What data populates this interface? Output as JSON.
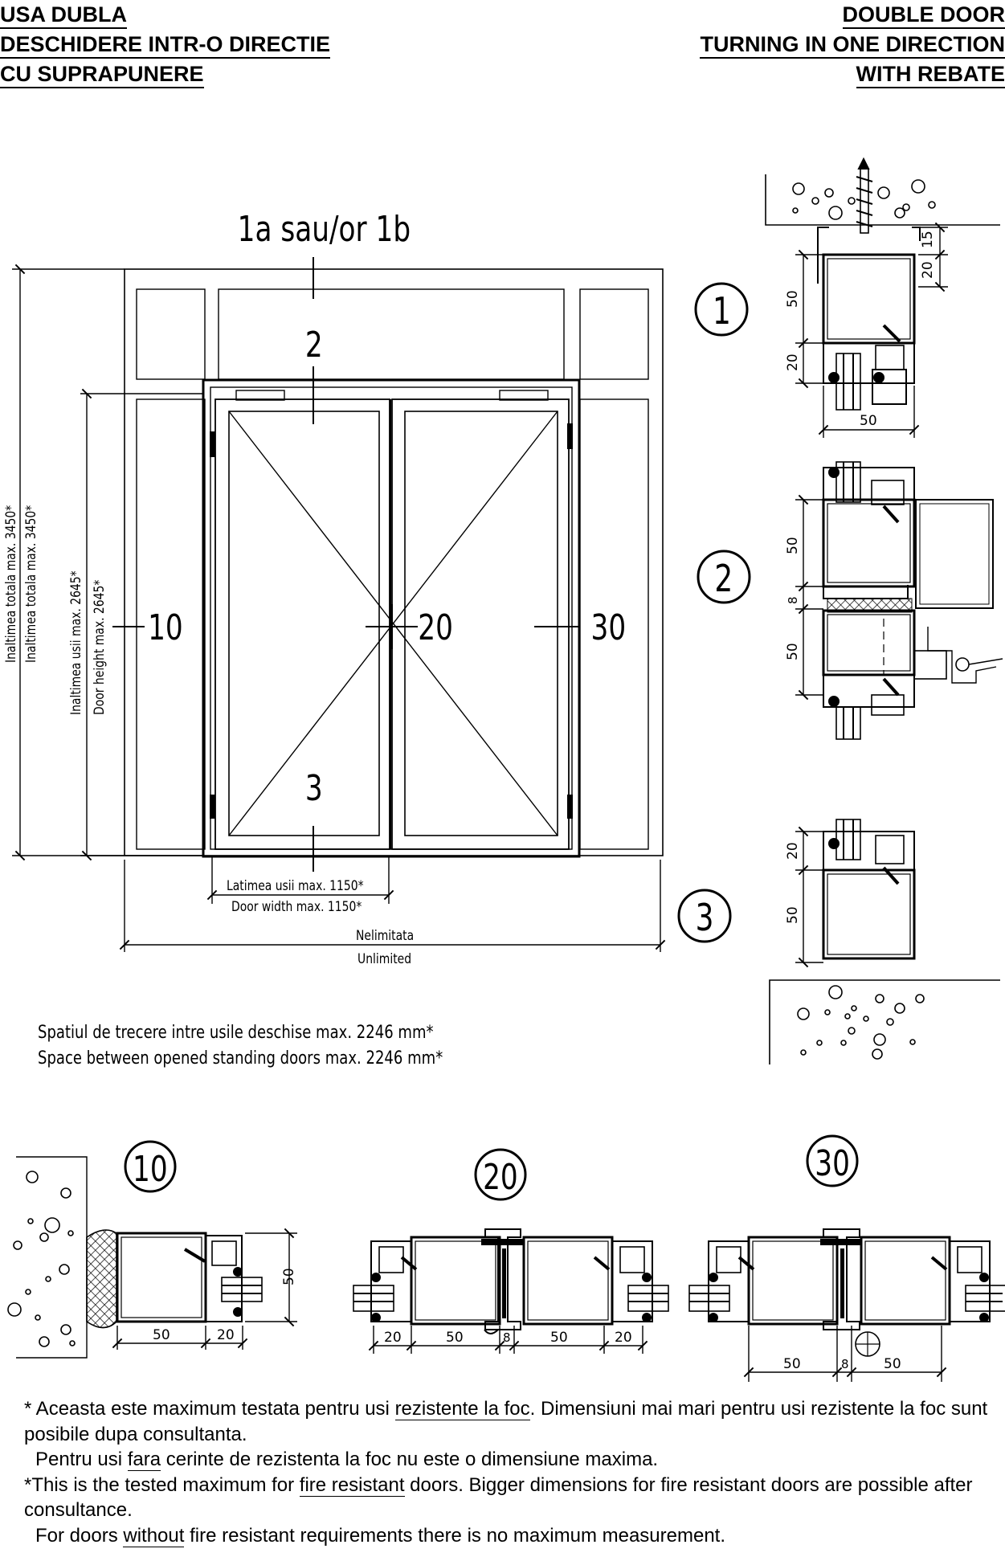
{
  "header": {
    "left": [
      "USA DUBLA",
      "DESCHIDERE INTR-O DIRECTIE",
      "CU SUPRAPUNERE"
    ],
    "right": [
      "DOUBLE DOOR",
      "TURNING IN ONE DIRECTION",
      "WITH REBATE"
    ]
  },
  "elevation": {
    "top_label": "1a sau/or 1b",
    "refs": {
      "r2": "2",
      "r3": "3",
      "r10": "10",
      "r20": "20",
      "r30": "30"
    },
    "total_height": [
      "Inaltimea totala max. 3450*",
      "Inaltimea totala max. 3450*"
    ],
    "door_height": [
      "Inaltimea usii max. 2645*",
      "Door height max. 2645*"
    ],
    "door_width": [
      "Latimea usii max. 1150*",
      "Door width max. 1150*"
    ],
    "unlimited": [
      "Nelimitata",
      "Unlimited"
    ],
    "space_note": [
      "Spatiul de trecere intre usile deschise max. 2246 mm*",
      "Space between opened standing doors max. 2246 mm*"
    ]
  },
  "details": {
    "d1": {
      "label": "1",
      "dims": [
        "15",
        "20",
        "50",
        "20",
        "50"
      ]
    },
    "d2": {
      "label": "2",
      "dims": [
        "50",
        "8",
        "50"
      ]
    },
    "d3": {
      "label": "3",
      "dims": [
        "20",
        "50"
      ]
    },
    "d10": {
      "label": "10",
      "dims": [
        "50",
        "20",
        "50"
      ]
    },
    "d20": {
      "label": "20",
      "dims": [
        "20",
        "50",
        "8",
        "50",
        "20"
      ]
    },
    "d30": {
      "label": "30",
      "dims": [
        "50",
        "8",
        "50"
      ]
    }
  },
  "notes": {
    "ro_1a": "* Aceasta este maximum testata pentru usi ",
    "ro_1u": "rezistente la foc",
    "ro_1b": ". Dimensiuni mai mari pentru usi rezistente la foc sunt posibile dupa consultanta.",
    "ro_2a": "Pentru usi ",
    "ro_2u": "fara",
    "ro_2b": " cerinte de rezistenta la foc nu este o dimensiune maxima.",
    "en_1a": "*This is the tested maximum for ",
    "en_1u": "fire resistant",
    "en_1b": " doors. Bigger dimensions for fire resistant doors are possible after consultance.",
    "en_2a": "For doors ",
    "en_2u": "without",
    "en_2b": " fire resistant requirements there is no maximum measurement."
  }
}
